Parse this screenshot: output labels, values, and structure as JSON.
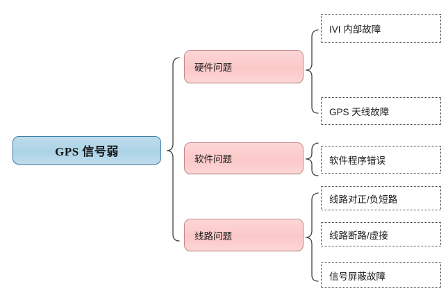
{
  "diagram": {
    "type": "fishbone-tree",
    "orientation": "left-to-right",
    "root": {
      "label": "GPS 信号弱",
      "fill": "#abd3e6",
      "stroke": "#3d7ea8"
    },
    "branch_fill": "#fbc8c8",
    "branch_stroke": "#c98a8a",
    "leaf_fill": "#ffffff",
    "leaf_stroke": "#3a3a3a",
    "connector_color": "#3f3f3f",
    "branches": [
      {
        "label": "硬件问题",
        "leaves": [
          {
            "label": "IVI 内部故障"
          },
          {
            "label": "GPS 天线故障"
          }
        ]
      },
      {
        "label": "软件问题",
        "leaves": [
          {
            "label": "软件程序错误"
          }
        ]
      },
      {
        "label": "线路问题",
        "leaves": [
          {
            "label": "线路对正/负短路"
          },
          {
            "label": "线路断路/虚接"
          },
          {
            "label": "信号屏蔽故障"
          }
        ]
      }
    ]
  }
}
